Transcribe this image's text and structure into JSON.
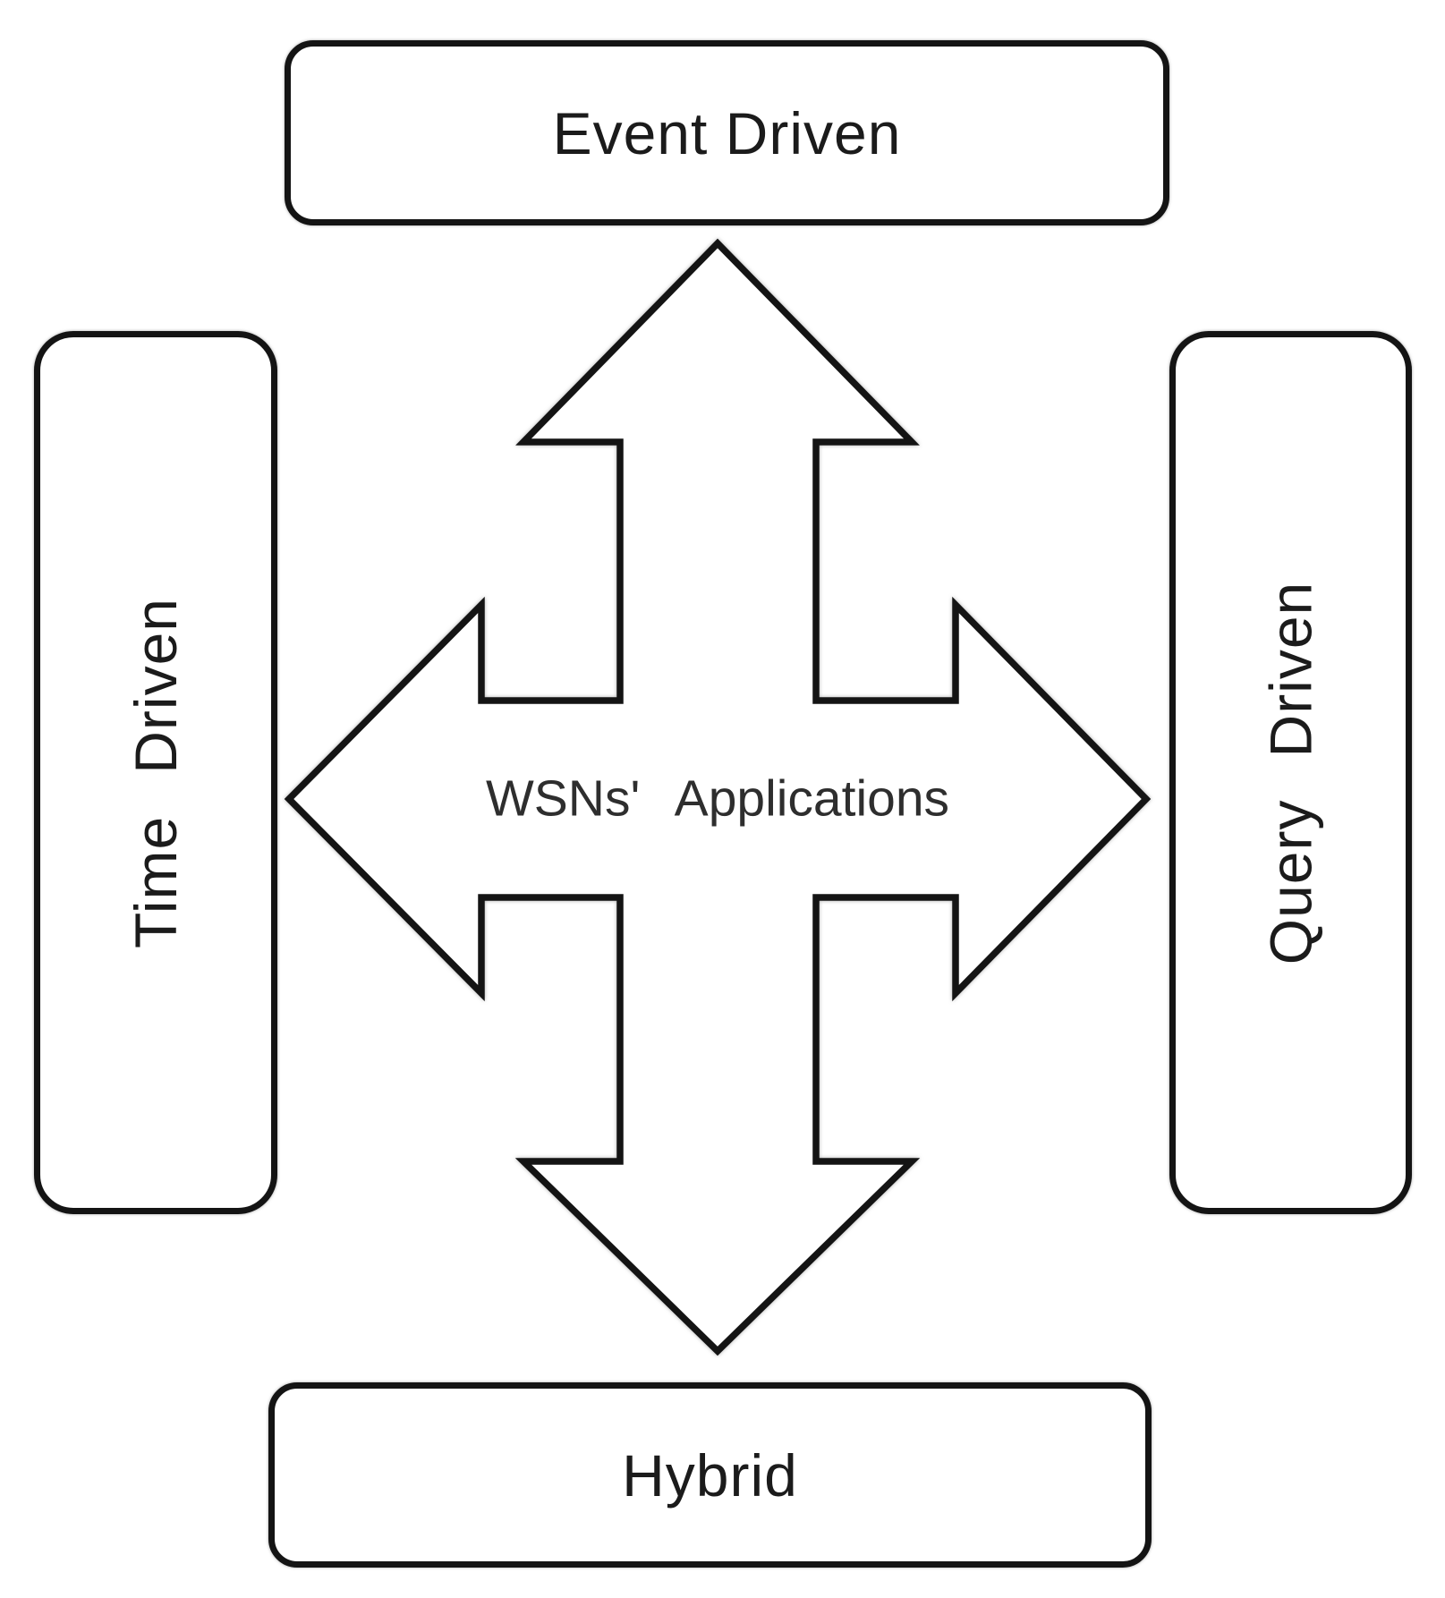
{
  "diagram": {
    "center_label": "WSNs' Applications",
    "nodes": {
      "top": {
        "label": "Event Driven"
      },
      "left": {
        "label": "Time Driven"
      },
      "right": {
        "label": "Query Driven"
      },
      "bottom": {
        "label": "Hybrid"
      }
    },
    "icons": {
      "center_connector": "four-way-arrow"
    },
    "colors": {
      "stroke": "#141414",
      "fill": "#ffffff",
      "background": "#ffffff",
      "text": "#1b1b1b"
    }
  }
}
